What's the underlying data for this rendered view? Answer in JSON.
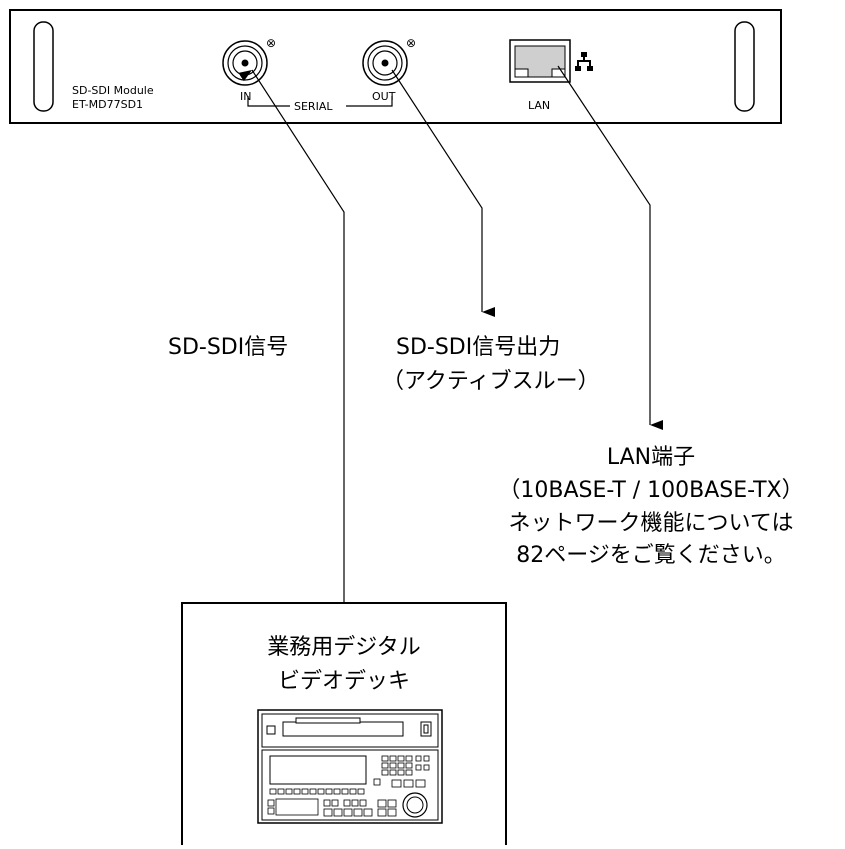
{
  "panel": {
    "module_name": "SD-SDI Module",
    "model": "ET-MD77SD1",
    "in_label": "IN",
    "serial_label": "SERIAL",
    "out_label": "OUT",
    "lan_label": "LAN",
    "bnc_mark": "⊗"
  },
  "callouts": {
    "sdi_input": "SD-SDI信号",
    "sdi_output_line1": "SD-SDI信号出力",
    "sdi_output_line2": "（アクティブスルー）",
    "lan_line1": "LAN端子",
    "lan_line2": "（10BASE-T / 100BASE-TX）",
    "lan_line3": "ネットワーク機能については",
    "lan_line4": "82ページをご覧ください。"
  },
  "device": {
    "title_line1": "業務用デジタル",
    "title_line2": "ビデオデッキ"
  }
}
